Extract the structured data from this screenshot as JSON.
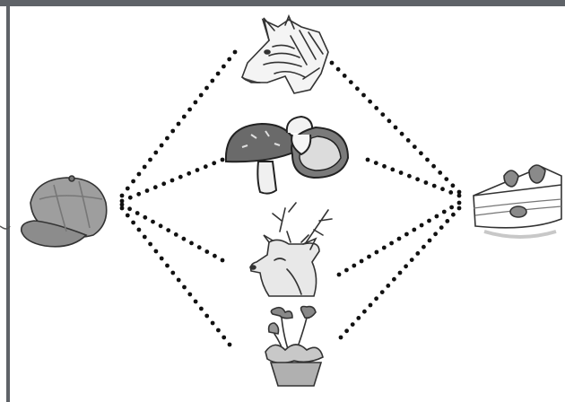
{
  "pictures": [
    {
      "name": "zebra-head",
      "role": "top"
    },
    {
      "name": "mushrooms",
      "role": "upper-middle"
    },
    {
      "name": "deer-head",
      "role": "lower-middle"
    },
    {
      "name": "potted-flower",
      "role": "bottom"
    },
    {
      "name": "newsboy-cap",
      "role": "left"
    },
    {
      "name": "strawberry-cake-slice",
      "role": "right"
    }
  ],
  "colors": {
    "frame": "#5f6368",
    "dots": "#111111",
    "ink": "#333333",
    "mushroom_cap": "#6a6a6a",
    "mushroom_inner": "#d9d9d9",
    "cap_gray": "#9e9e9e",
    "cake_cream": "#ffffff",
    "strawberry": "#8a8a8a"
  }
}
